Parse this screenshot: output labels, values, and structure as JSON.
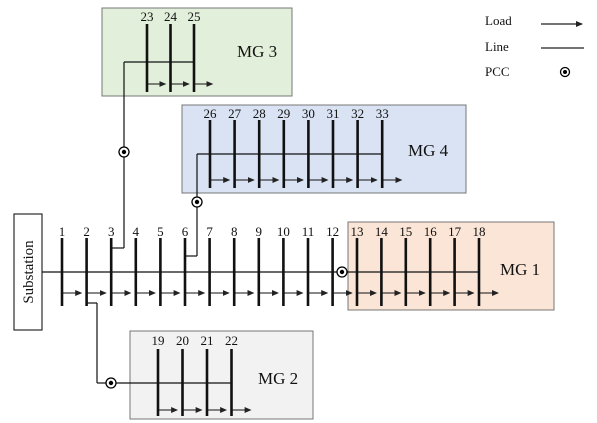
{
  "substation_label": "Substation",
  "legend": {
    "load": "Load",
    "line": "Line",
    "pcc": "PCC"
  },
  "microgrids": {
    "mg1": {
      "label": "MG 1",
      "color": "#fbe5d6"
    },
    "mg2": {
      "label": "MG 2",
      "color": "#f2f2f2"
    },
    "mg3": {
      "label": "MG 3",
      "color": "#e2efda"
    },
    "mg4": {
      "label": "MG 4",
      "color": "#dae3f3"
    }
  },
  "buses": {
    "main": [
      "1",
      "2",
      "3",
      "4",
      "5",
      "6",
      "7",
      "8",
      "9",
      "10",
      "11",
      "12"
    ],
    "mg1": [
      "13",
      "14",
      "15",
      "16",
      "17",
      "18"
    ],
    "mg2": [
      "19",
      "20",
      "21",
      "22"
    ],
    "mg3": [
      "23",
      "24",
      "25"
    ],
    "mg4": [
      "26",
      "27",
      "28",
      "29",
      "30",
      "31",
      "32",
      "33"
    ]
  }
}
